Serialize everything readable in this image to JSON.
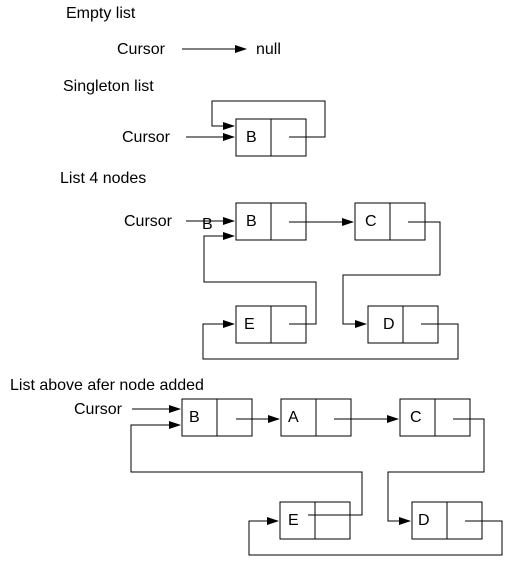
{
  "sections": {
    "empty": {
      "title": "Empty list",
      "cursor": "Cursor",
      "null_text": "null"
    },
    "singleton": {
      "title": "Singleton list",
      "cursor": "Cursor",
      "nodes": [
        "B"
      ]
    },
    "four": {
      "title": "List 4 nodes",
      "cursor": "Cursor",
      "stray": "B",
      "nodes": [
        "B",
        "C",
        "E",
        "D"
      ]
    },
    "added": {
      "title": "List above afer node added",
      "cursor": "Cursor",
      "nodes": [
        "B",
        "A",
        "C",
        "E",
        "D"
      ]
    }
  }
}
